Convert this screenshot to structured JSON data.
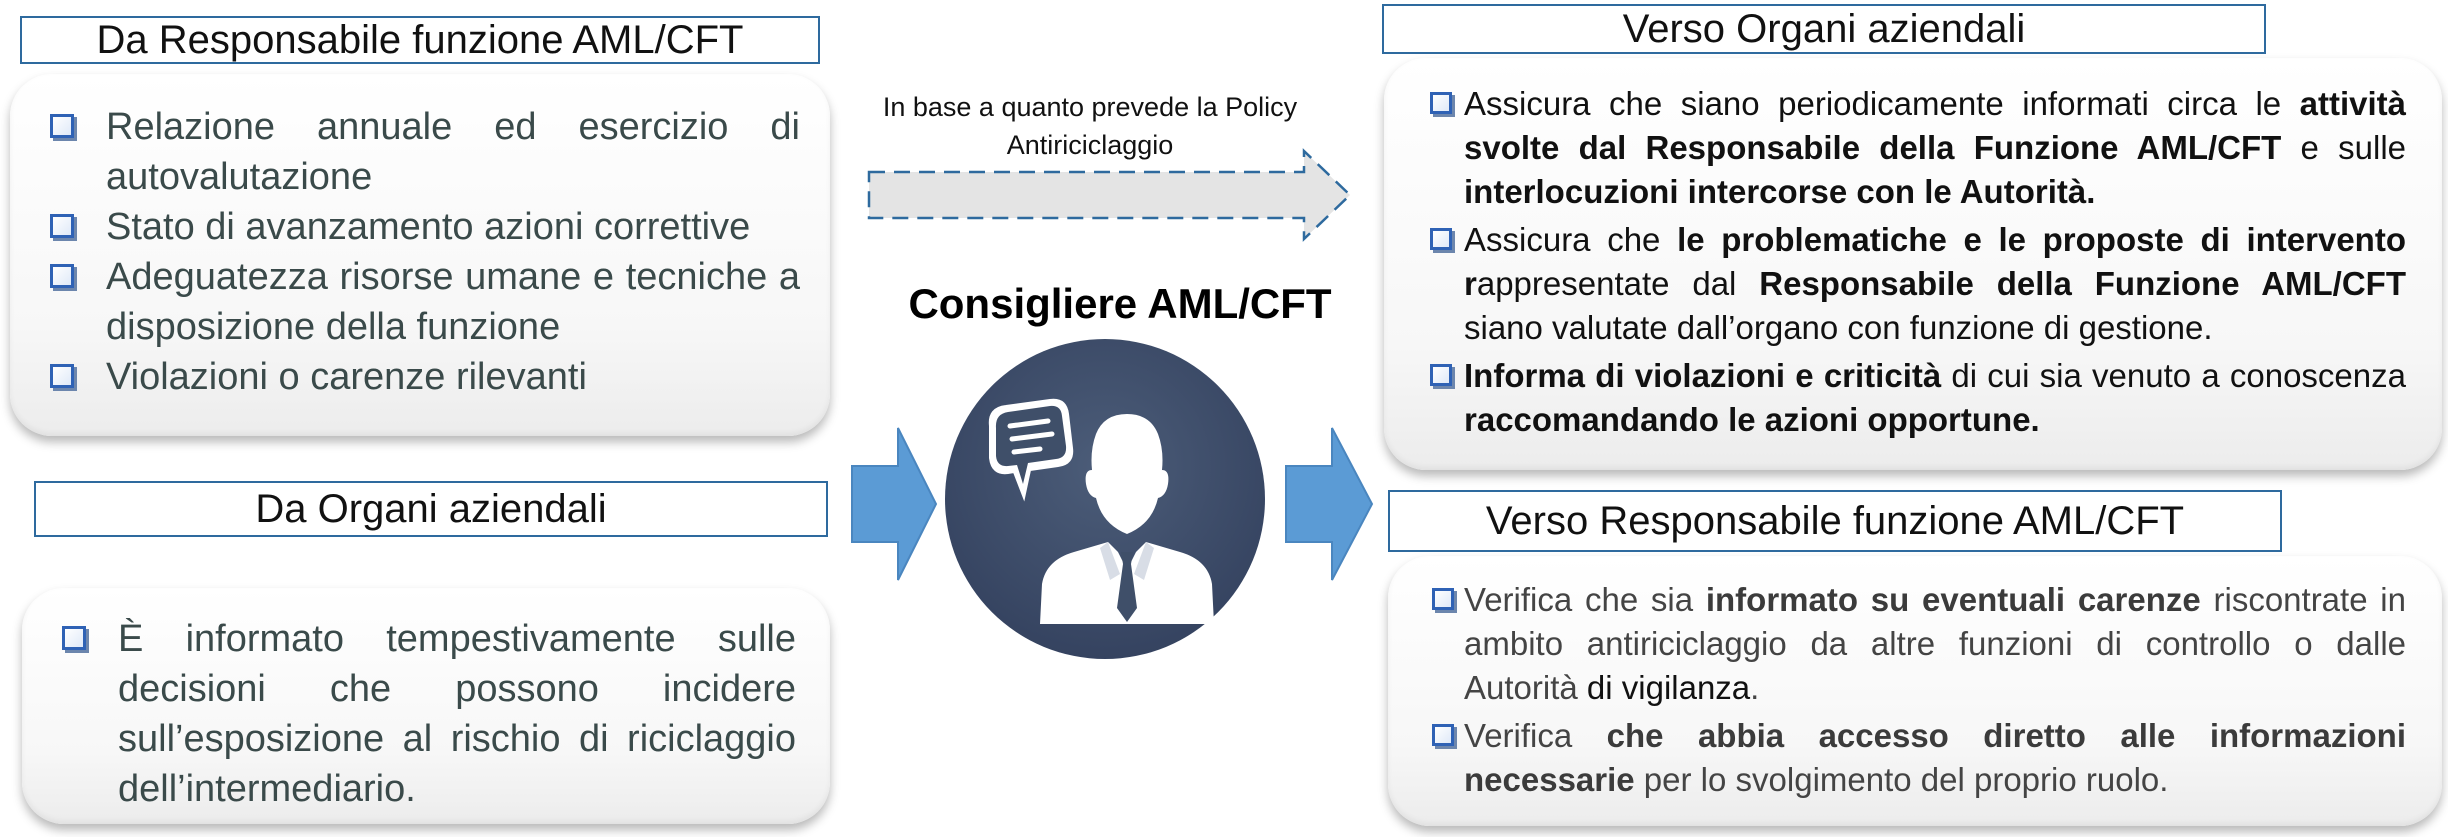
{
  "left": {
    "from_aml": {
      "title": "Da Responsabile funzione AML/CFT",
      "items": [
        "Relazione annuale ed esercizio di autovalutazione",
        "Stato di avanzamento azioni correttive",
        "Adeguatezza risorse umane e tecniche a disposizione della funzione",
        "Violazioni o carenze rilevanti"
      ]
    },
    "from_organi": {
      "title": "Da Organi aziendali",
      "item": "È informato tempestivamente sulle decisioni che possono incidere sull’esposizione al rischio di riciclaggio dell’intermediario."
    }
  },
  "center": {
    "title": "Consigliere AML/CFT",
    "arrow_label": "In base a quanto prevede la Policy Antiriciclaggio",
    "icon": "person-with-speech-bubble-icon",
    "colors": {
      "arrow": "#5b9bd5",
      "circle": "#3f4f69",
      "dashed_arrow_fill": "#e4e4e4",
      "dashed_arrow_border": "#2e6a9e"
    }
  },
  "right": {
    "to_organi": {
      "title": "Verso Organi aziendali",
      "items": [
        {
          "p1": "Assicura che siano periodicamente informati circa le ",
          "b1": "attività svolte dal Responsabile della Funzione AML/CFT",
          "p2": " e sulle ",
          "b2": "interlocuzioni intercorse con le Autorità."
        },
        {
          "p1": "Assicura che ",
          "b1": "le problematiche e le proposte di intervento r",
          "p2": "appresentate dal ",
          "b2": "Responsabile della Funzione AML/CFT",
          "p3": " siano valutate dall’organo con funzione di gestione."
        },
        {
          "b1": "Informa di violazioni e criticità",
          "p1": " di cui sia venuto a conoscenza ",
          "b2": "raccomandando le azioni opportune."
        }
      ]
    },
    "to_aml": {
      "title": "Verso Responsabile funzione AML/CFT",
      "items": [
        {
          "p1": "Verifica che sia ",
          "b1": "informato su eventuali carenze",
          "p2": " riscontrate in ambito antiriciclaggio da altre funzioni di controllo o dalle Autorità",
          "p3": " di vigilanza",
          "p4": "."
        },
        {
          "p1": "Verifica ",
          "b1": "che abbia accesso diretto alle informazioni necessarie",
          "p2": " per lo svolgimento del proprio ruolo."
        }
      ]
    }
  }
}
